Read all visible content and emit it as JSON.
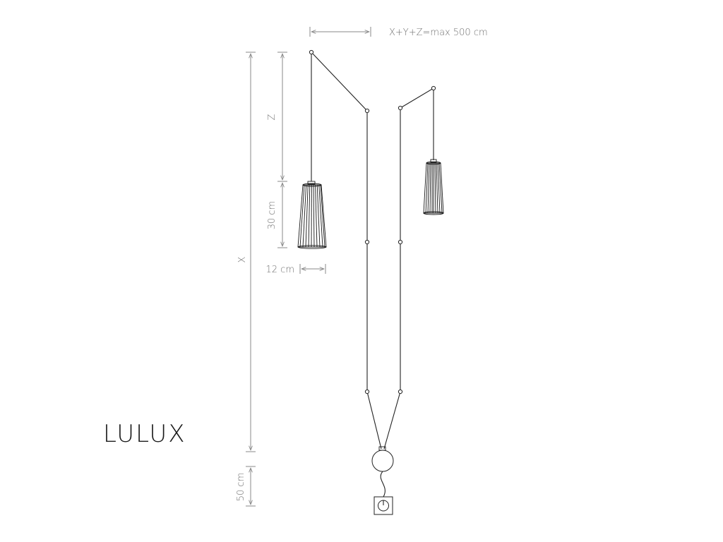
{
  "product": {
    "name": "LULUX"
  },
  "dimensions": {
    "total_length": "X+Y+Z=max 500 cm",
    "x_label": "X",
    "z_label": "Z",
    "shade_height": "30 cm",
    "shade_width": "12 cm",
    "plug_height": "50 cm"
  }
}
